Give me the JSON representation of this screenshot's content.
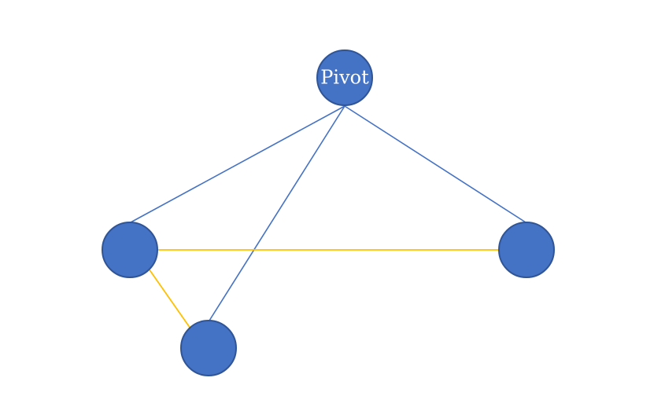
{
  "diagram": {
    "colors": {
      "background": "#ffffff",
      "node_fill": "#4472C4",
      "node_stroke": "#2F5597",
      "blue_edge": "#4472C4",
      "yellow_edge": "#FFC000",
      "label_text": "#ffffff"
    },
    "nodes": [
      {
        "id": "pivot",
        "label": "Pivot"
      },
      {
        "id": "left",
        "label": ""
      },
      {
        "id": "right",
        "label": ""
      },
      {
        "id": "bottom",
        "label": ""
      }
    ],
    "edges": [
      {
        "from": "pivot",
        "to": "left",
        "color": "blue"
      },
      {
        "from": "pivot",
        "to": "bottom",
        "color": "blue"
      },
      {
        "from": "pivot",
        "to": "right",
        "color": "blue"
      },
      {
        "from": "left",
        "to": "right",
        "color": "yellow"
      },
      {
        "from": "left",
        "to": "bottom",
        "color": "yellow"
      }
    ]
  }
}
